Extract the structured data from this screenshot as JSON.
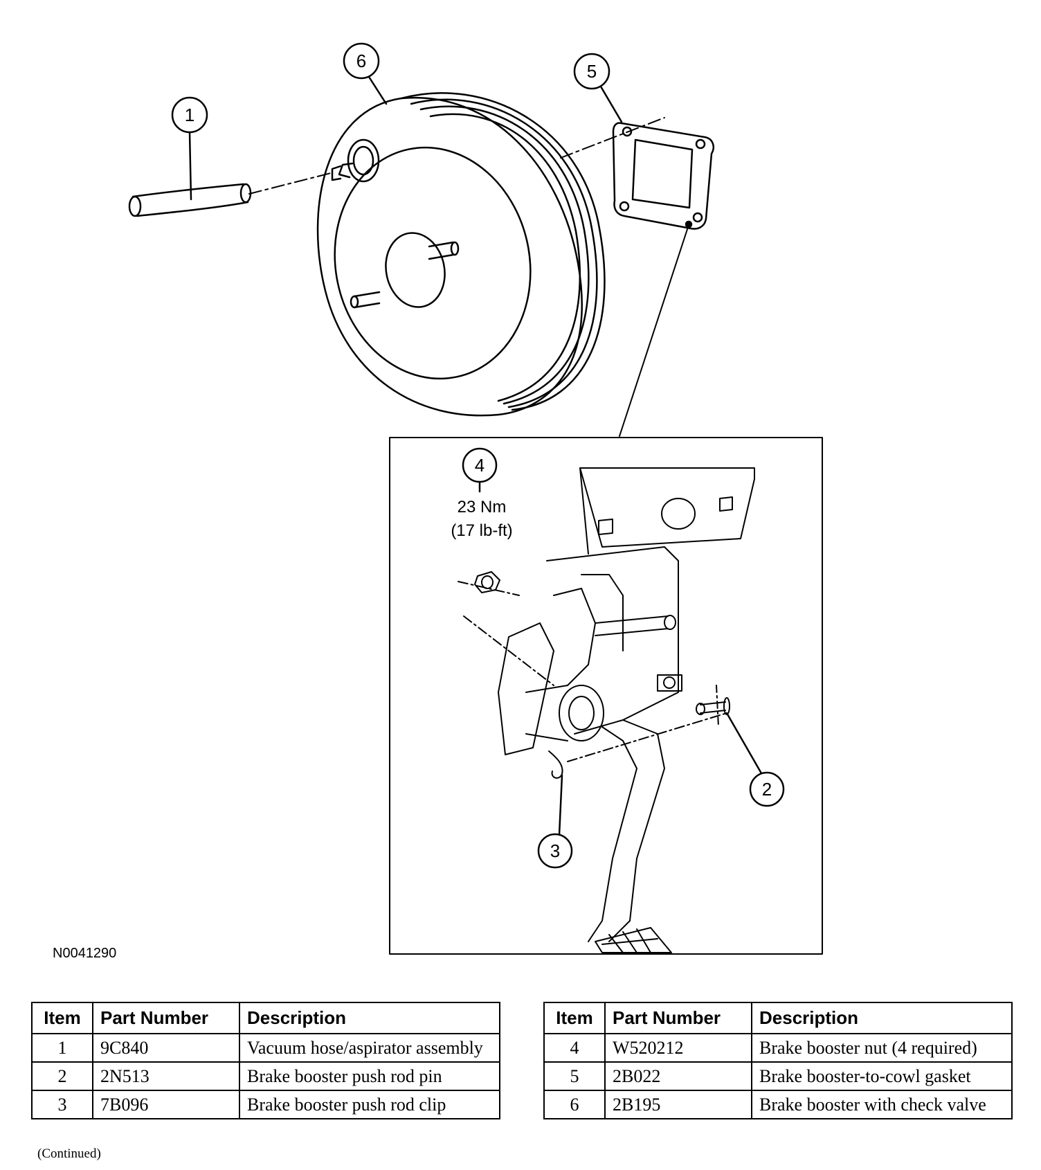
{
  "callouts": {
    "c1": "1",
    "c2": "2",
    "c3": "3",
    "c4": "4",
    "c5": "5",
    "c6": "6"
  },
  "torque": {
    "line1": "23 Nm",
    "line2": "(17 lb-ft)"
  },
  "figure_id": "N0041290",
  "tables": {
    "headers": {
      "item": "Item",
      "part_number": "Part Number",
      "description": "Description"
    },
    "left_rows": [
      {
        "item": "1",
        "part": "9C840",
        "desc": "Vacuum hose/aspirator assembly"
      },
      {
        "item": "2",
        "part": "2N513",
        "desc": "Brake booster push rod pin"
      },
      {
        "item": "3",
        "part": "7B096",
        "desc": "Brake booster push rod clip"
      }
    ],
    "right_rows": [
      {
        "item": "4",
        "part": "W520212",
        "desc": "Brake booster nut (4 required)"
      },
      {
        "item": "5",
        "part": "2B022",
        "desc": "Brake booster-to-cowl gasket"
      },
      {
        "item": "6",
        "part": "2B195",
        "desc": "Brake booster with check valve"
      }
    ]
  },
  "continued_note": "(Continued)"
}
